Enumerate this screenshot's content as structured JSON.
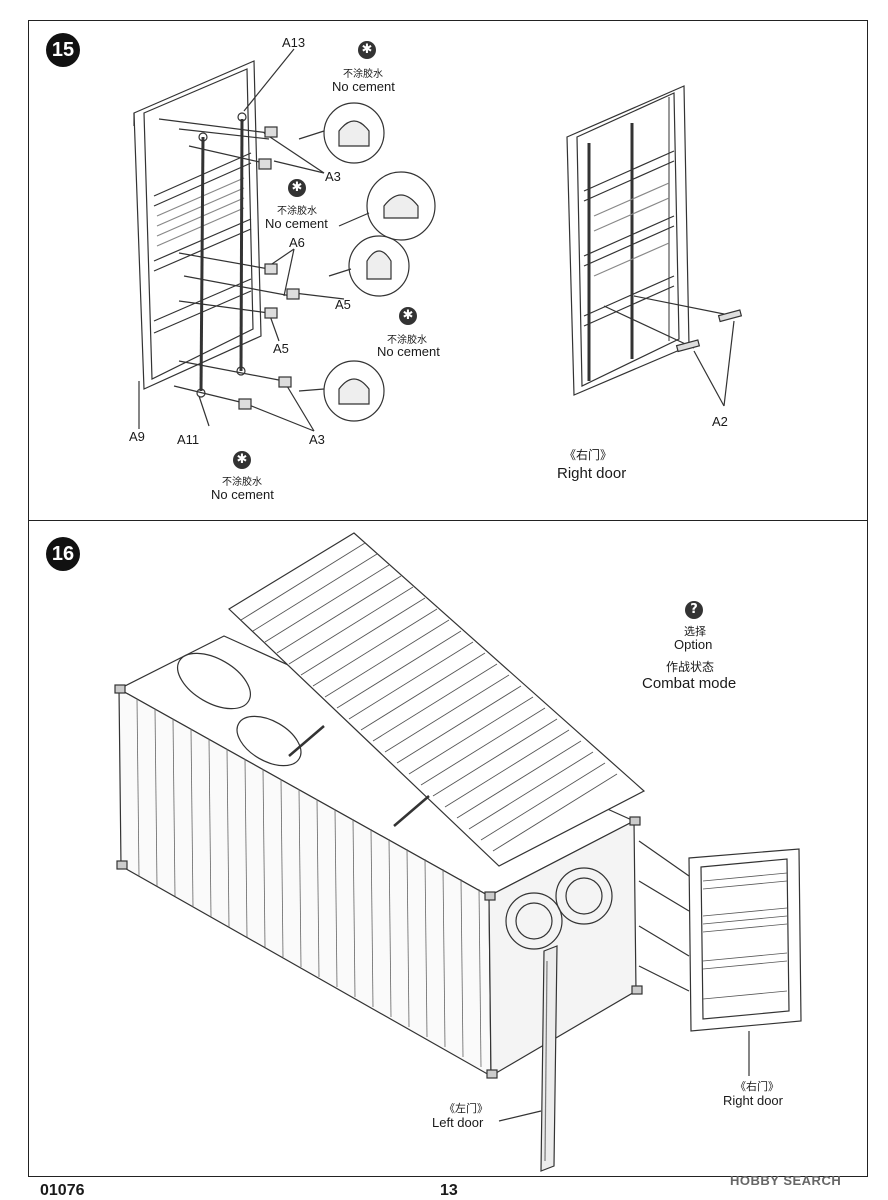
{
  "step15": {
    "number": "15",
    "labels": {
      "a13": "A13",
      "a3_top": "A3",
      "a6": "A6",
      "a5_mid": "A5",
      "a5_low": "A5",
      "a9": "A9",
      "a11": "A11",
      "a3_bot": "A3",
      "a2": "A2"
    },
    "notes": [
      {
        "cn": "不涂胶水",
        "en": "No cement"
      },
      {
        "cn": "不涂胶水",
        "en": "No cement"
      },
      {
        "cn": "不涂胶水",
        "en": "No cement"
      },
      {
        "cn": "不涂胶水",
        "en": "No cement"
      }
    ],
    "right_door": {
      "cn": "《右门》",
      "en": "Right door"
    }
  },
  "step16": {
    "number": "16",
    "option": {
      "cn": "选择",
      "en": "Option"
    },
    "mode": {
      "cn": "作战状态",
      "en": "Combat mode"
    },
    "right_door": {
      "cn": "《右门》",
      "en": "Right door"
    },
    "left_door": {
      "cn": "《左门》",
      "en": "Left door"
    }
  },
  "footer": {
    "code": "01076",
    "page": "13",
    "watermark": "HOBBY SEARCH"
  }
}
